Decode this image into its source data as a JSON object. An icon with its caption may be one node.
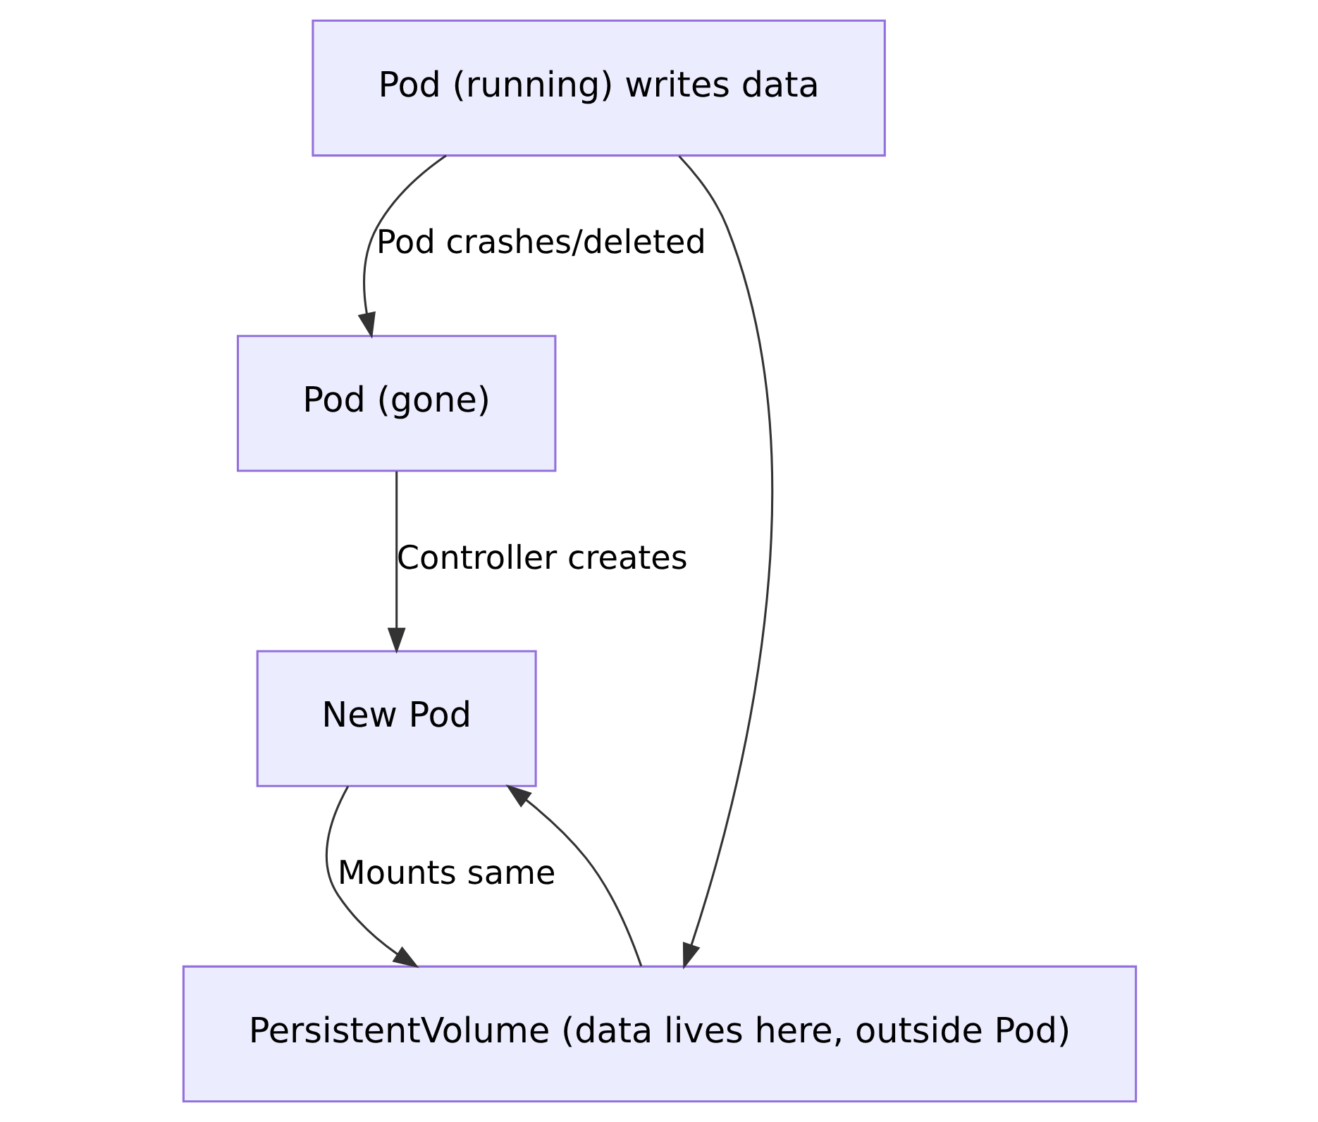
{
  "diagram": {
    "nodes": [
      {
        "text": [
          "Pod (running) writes data"
        ]
      },
      {
        "text": [
          "Pod (gone)"
        ]
      },
      {
        "text": [
          "PersistentVolume (data lives here, outside Pod)"
        ]
      },
      {
        "text": [
          "New Pod"
        ]
      }
    ],
    "edges": [
      {
        "from": 0,
        "to": 1,
        "arrow": "to",
        "label": "Pod crashes/deleted"
      },
      {
        "from": 0,
        "to": 2,
        "arrow": "to"
      },
      {
        "from": 1,
        "to": 3,
        "arrow": "to",
        "label": "Controller creates"
      },
      {
        "from": 2,
        "to": 3,
        "arrow": "to"
      },
      {
        "from": 3,
        "to": 2,
        "arrow": "to",
        "label": "Mounts same"
      }
    ]
  }
}
